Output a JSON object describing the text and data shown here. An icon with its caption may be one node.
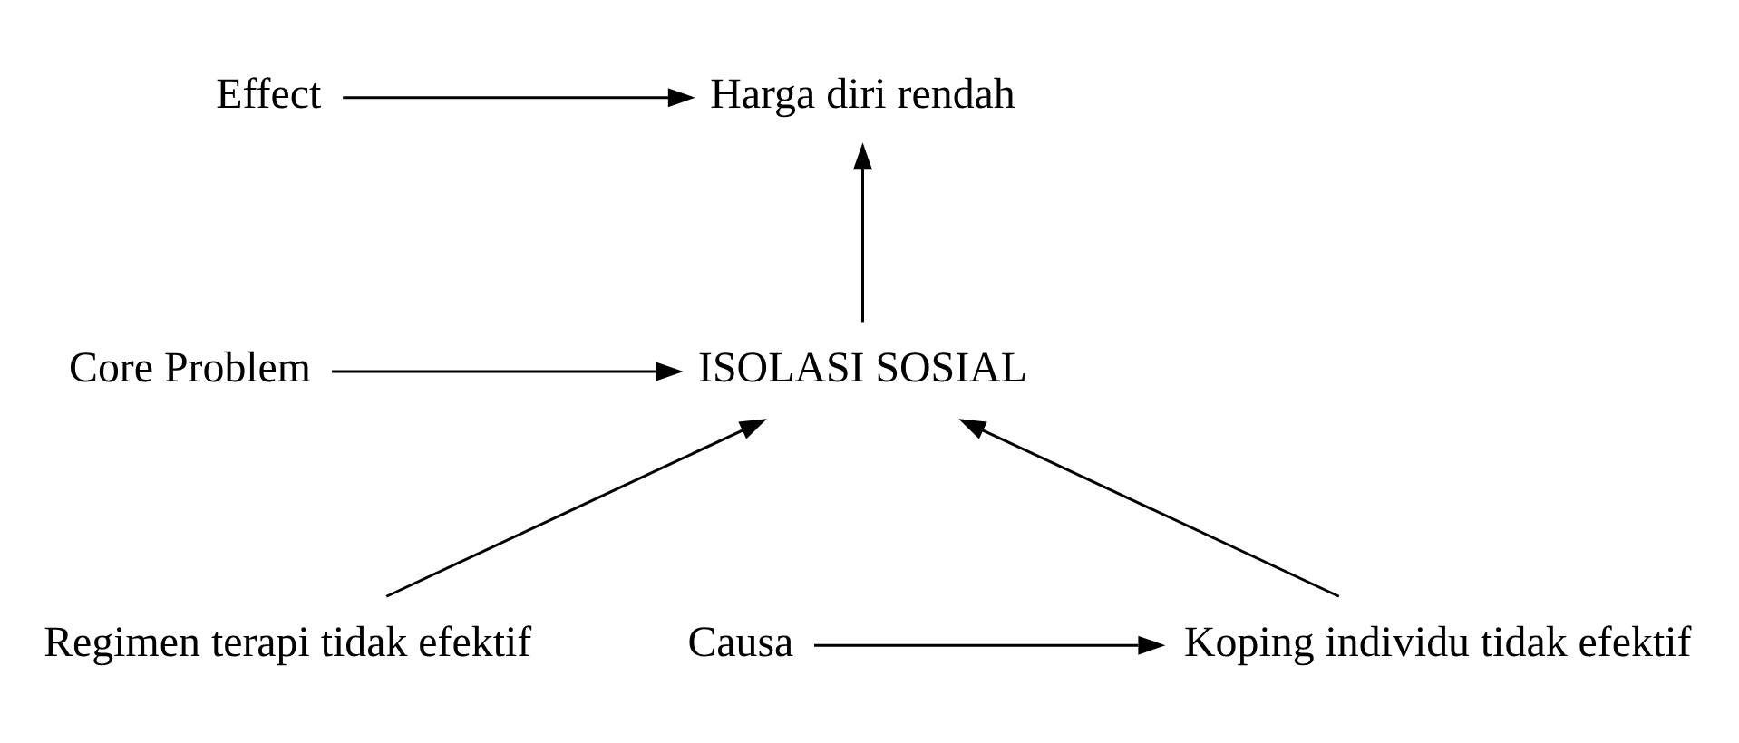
{
  "diagram": {
    "nodes": [
      {
        "text": [
          "Harga diri rendah"
        ]
      },
      {
        "text": [
          "Effect"
        ]
      },
      {
        "text": [
          "ISOLASI SOSIAL"
        ]
      },
      {
        "text": [
          "Core Problem"
        ]
      },
      {
        "text": [
          "Regimen terapi tidak efektif"
        ]
      },
      {
        "text": [
          "Koping individu tidak efektif"
        ]
      },
      {
        "text": [
          "Causa"
        ]
      }
    ],
    "edges": [
      {
        "from": 1,
        "to": 0,
        "arrow": "to"
      },
      {
        "from": 2,
        "to": 0,
        "arrow": "to"
      },
      {
        "from": 3,
        "to": 2,
        "arrow": "to"
      },
      {
        "from": 4,
        "to": 2,
        "arrow": "to"
      },
      {
        "from": 5,
        "to": 2,
        "arrow": "to"
      },
      {
        "from": 6,
        "to": 5,
        "arrow": "to"
      }
    ]
  }
}
